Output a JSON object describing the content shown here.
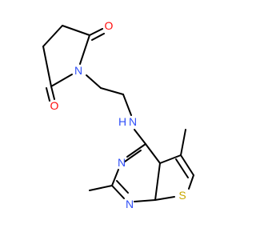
{
  "colors": {
    "oxygen": "#ff0d0d",
    "nitrogen": "#3050f8",
    "sulfur": "#c8a800",
    "carbon_bond": "#000000",
    "background": "#ffffff"
  },
  "atoms": {
    "o1": "O",
    "o2": "O",
    "n_imide": "N",
    "n_amine": "N",
    "h_amine": "H",
    "n_ring_upper": "N",
    "n_ring_lower": "N",
    "s_ring": "S"
  }
}
